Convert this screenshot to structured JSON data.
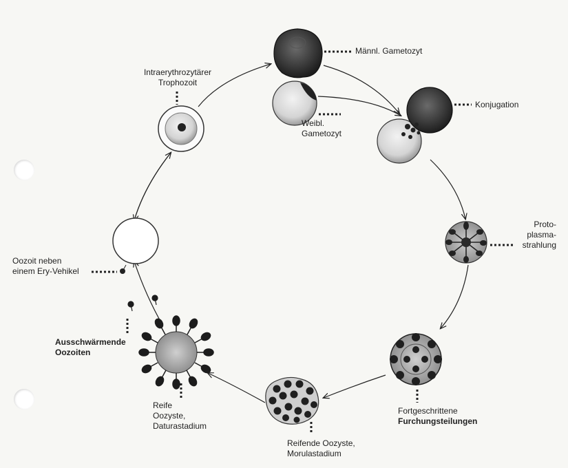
{
  "labels": {
    "maennl": [
      "Männl. Gametozyt"
    ],
    "weibl": [
      "Weibl.",
      "Gametozyt"
    ],
    "konjugation": [
      "Konjugation"
    ],
    "protoplasma": [
      "Proto-",
      "plasma-",
      "strahlung"
    ],
    "fortgeschrittene": [
      "Fortgeschrittene",
      "Furchungsteilungen"
    ],
    "reifende": [
      "Reifende  Oozyste,",
      "Morulastadium"
    ],
    "reife": [
      "Reife",
      "Oozyste,",
      "Daturastadium"
    ],
    "ausschwaermende": [
      "Ausschwärmende",
      "Oozoiten"
    ],
    "oozoit": [
      "Oozoit neben",
      "einem  Ery-Vehikel"
    ],
    "intraery": [
      "Intraerythrozytärer",
      "Trophozoit"
    ]
  },
  "colors": {
    "paper": "#f7f7f4",
    "ink": "#222222",
    "dark_cell": "#3a3a3a",
    "light_cell": "#dcdcdc"
  }
}
